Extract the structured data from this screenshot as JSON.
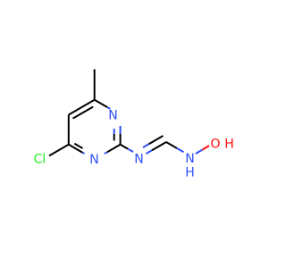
{
  "molecule": {
    "atoms": {
      "n_ring_upper": "N",
      "n_ring_lower": "N",
      "n_imine": "N",
      "n_amine": "N",
      "h_amine": "H",
      "o_hydroxyl": "O",
      "h_hydroxyl": "H",
      "cl": "Cl"
    }
  },
  "colors": {
    "nitrogen": "#3050F8",
    "oxygen": "#FF0D0D",
    "chlorine": "#1FF01F",
    "bond": "#000000"
  }
}
